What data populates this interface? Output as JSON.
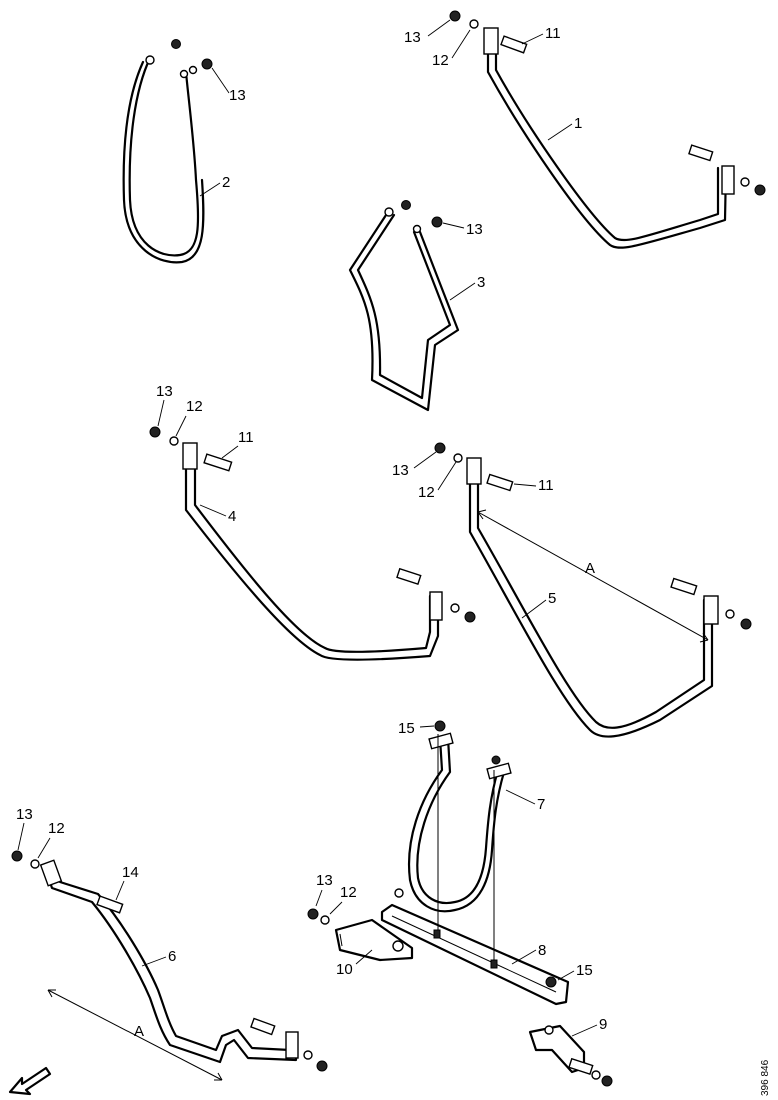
{
  "labels": {
    "l1": "1",
    "l2": "2",
    "l3": "3",
    "l4": "4",
    "l5": "5",
    "l6": "6",
    "l7": "7",
    "l8": "8",
    "l9": "9",
    "l10": "10",
    "l11": "11",
    "l12": "12",
    "l13": "13",
    "l14": "14",
    "l15": "15",
    "dimA": "A"
  },
  "drawing_code": "396 846"
}
